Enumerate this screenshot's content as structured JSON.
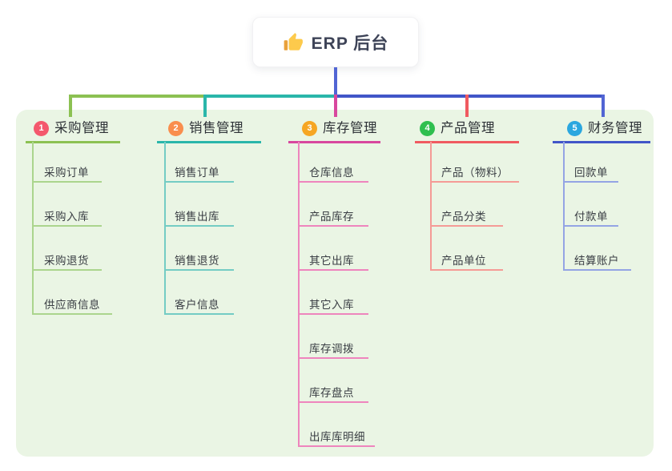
{
  "root": {
    "title": "ERP 后台",
    "icon": "thumbs-up-icon"
  },
  "palette": {
    "panel_bg": "#eaf5e4",
    "root_line": "#5165d4",
    "top_green": "#8cc152",
    "top_teal": "#2ab6aa",
    "top_blue": "#4156c8"
  },
  "branches": [
    {
      "index": "1",
      "label": "采购管理",
      "badge_color": "#f4586d",
      "line_color": "#8cc152",
      "sub_line_color": "#abd58d",
      "items": [
        "采购订单",
        "采购入库",
        "采购退货",
        "供应商信息"
      ]
    },
    {
      "index": "2",
      "label": "销售管理",
      "badge_color": "#f98e4e",
      "line_color": "#2ab6aa",
      "sub_line_color": "#74ccc4",
      "items": [
        "销售订单",
        "销售出库",
        "销售退货",
        "客户信息"
      ]
    },
    {
      "index": "3",
      "label": "库存管理",
      "badge_color": "#f6a623",
      "line_color": "#d8479e",
      "sub_line_color": "#ee85bd",
      "items": [
        "仓库信息",
        "产品库存",
        "其它出库",
        "其它入库",
        "库存调拨",
        "库存盘点",
        "出库库明细"
      ]
    },
    {
      "index": "4",
      "label": "产品管理",
      "badge_color": "#2fbf4f",
      "line_color": "#f05a60",
      "sub_line_color": "#f59b96",
      "items": [
        "产品（物料）",
        "产品分类",
        "产品单位"
      ]
    },
    {
      "index": "5",
      "label": "财务管理",
      "badge_color": "#2ba7df",
      "line_color": "#4156c8",
      "sub_line_color": "#94a4e4",
      "items": [
        "回款单",
        "付款单",
        "结算账户"
      ]
    }
  ]
}
